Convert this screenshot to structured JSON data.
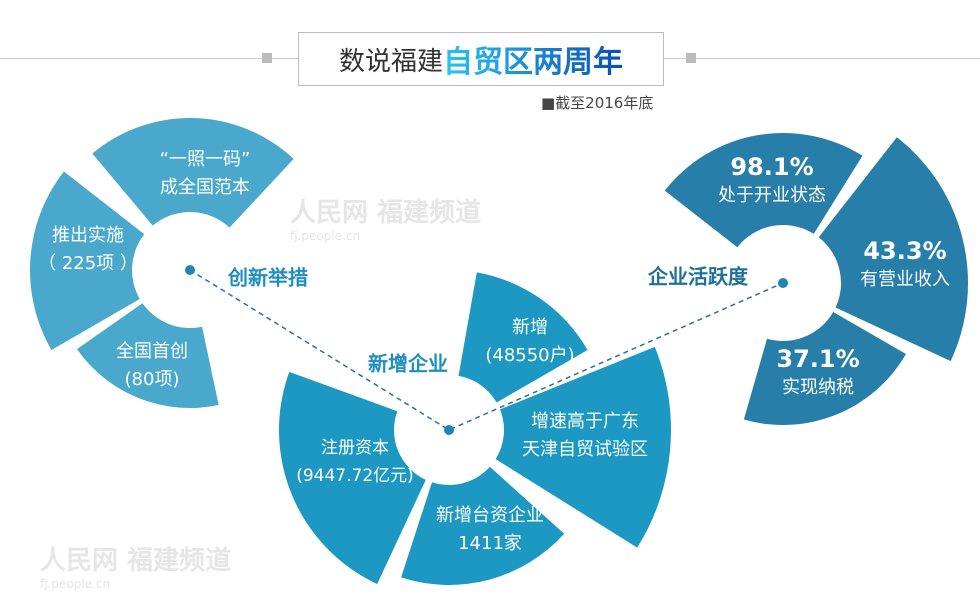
{
  "title": {
    "prefix": "数说福建",
    "highlight": "自贸区两周年",
    "note": "■截至2016年底"
  },
  "watermark": {
    "text": "人民网 福建频道",
    "url": "fj.people.cn"
  },
  "colors": {
    "left": "#4aa8cc",
    "middle": "#1c98c2",
    "right": "#277ea8",
    "category_left": "#1f8fc0",
    "category_mid": "#1f8fc0",
    "category_right": "#1f6f9c"
  },
  "groups": {
    "innovation": {
      "label": "创新举措",
      "items": [
        {
          "line1": "“一照一码”",
          "line2": "成全国范本"
        },
        {
          "line1": "推出实施",
          "line2": "（ 225项 ）"
        },
        {
          "line1": "全国首创",
          "line2": "(80项)"
        }
      ]
    },
    "new_enterprises": {
      "label": "新增企业",
      "items": [
        {
          "line1": "新增",
          "line2": "(48550户)"
        },
        {
          "line1": "增速高于广东",
          "line2": "天津自贸试验区"
        },
        {
          "line1": "新增台资企业",
          "line2": "1411家"
        },
        {
          "line1": "注册资本",
          "line2": "(9447.72亿元)"
        }
      ]
    },
    "activity": {
      "label": "企业活跃度",
      "items": [
        {
          "line1": "98.1%",
          "line2": "处于开业状态"
        },
        {
          "line1": "43.3%",
          "line2": "有营业收入"
        },
        {
          "line1": "37.1%",
          "line2": "实现纳税"
        }
      ]
    }
  }
}
